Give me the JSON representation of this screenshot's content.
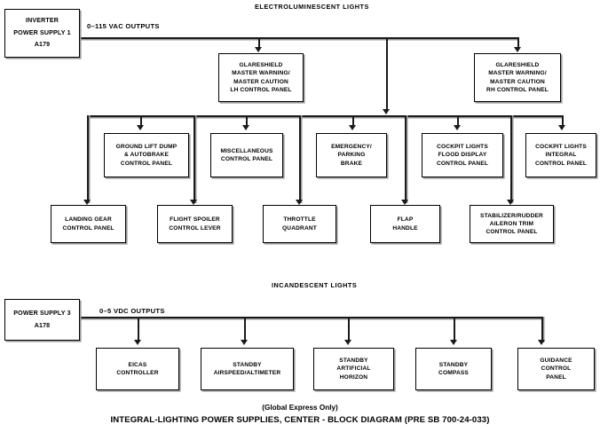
{
  "diagram": {
    "sections": [
      {
        "id": "electroluminescent",
        "title": "ELECTROLUMINESCENT LIGHTS"
      },
      {
        "id": "incandescent",
        "title": "INCANDESCENT LIGHTS"
      }
    ],
    "bus_labels": {
      "vac": "0–115 VAC OUTPUTS",
      "vdc": "0–5 VDC OUTPUTS"
    },
    "sources": {
      "inverter": "INVERTER\nPOWER SUPPLY 1\nA179",
      "power_supply_3": "POWER SUPPLY 3\nA178"
    },
    "el_row1": [
      {
        "id": "glareshield-lh",
        "label": "GLARESHIELD\nMASTER WARNING/\nMASTER CAUTION\nLH CONTROL PANEL"
      },
      {
        "id": "glareshield-rh",
        "label": "GLARESHIELD\nMASTER WARNING/\nMASTER CAUTION\nRH CONTROL PANEL"
      }
    ],
    "el_row2": [
      {
        "id": "ground-lift-dump",
        "label": "GROUND LIFT DUMP\n& AUTOBRAKE\nCONTROL PANEL"
      },
      {
        "id": "miscellaneous",
        "label": "MISCELLANEOUS\nCONTROL PANEL"
      },
      {
        "id": "emergency-parking-brake",
        "label": "EMERGENCY/\nPARKING\nBRAKE"
      },
      {
        "id": "cockpit-lights-flood-display",
        "label": "COCKPIT LIGHTS\nFLOOD DISPLAY\nCONTROL PANEL"
      },
      {
        "id": "cockpit-lights-integral",
        "label": "COCKPIT LIGHTS\nINTEGRAL\nCONTROL PANEL"
      }
    ],
    "el_row3": [
      {
        "id": "landing-gear",
        "label": "LANDING GEAR\nCONTROL PANEL"
      },
      {
        "id": "flight-spoiler",
        "label": "FLIGHT SPOILER\nCONTROL LEVER"
      },
      {
        "id": "throttle-quadrant",
        "label": "THROTTLE\nQUADRANT"
      },
      {
        "id": "flap-handle",
        "label": "FLAP\nHANDLE"
      },
      {
        "id": "stabilizer-rudder-aileron-trim",
        "label": "STABILIZER/RUDDER\nAILERON TRIM\nCONTROL PANEL"
      }
    ],
    "inc_row": [
      {
        "id": "eicas-controller",
        "label": "EICAS\nCONTROLLER"
      },
      {
        "id": "standby-airspeed-altimeter",
        "label": "STANDBY\nAIRSPEED/ALTIMETER"
      },
      {
        "id": "standby-artificial-horizon",
        "label": "STANDBY\nARTIFICIAL\nHORIZON"
      },
      {
        "id": "standby-compass",
        "label": "STANDBY\nCOMPASS"
      },
      {
        "id": "guidance-control-panel",
        "label": "GUIDANCE\nCONTROL\nPANEL"
      }
    ],
    "caption": {
      "sub": "(Global Express Only)",
      "main": "INTEGRAL-LIGHTING POWER SUPPLIES, CENTER - BLOCK DIAGRAM (PRE SB 700-24-033)"
    },
    "colors": {
      "line": "#1a1a1a",
      "shadow": "#9a9a9a",
      "background": "#ffffff",
      "text": "#000000"
    }
  }
}
